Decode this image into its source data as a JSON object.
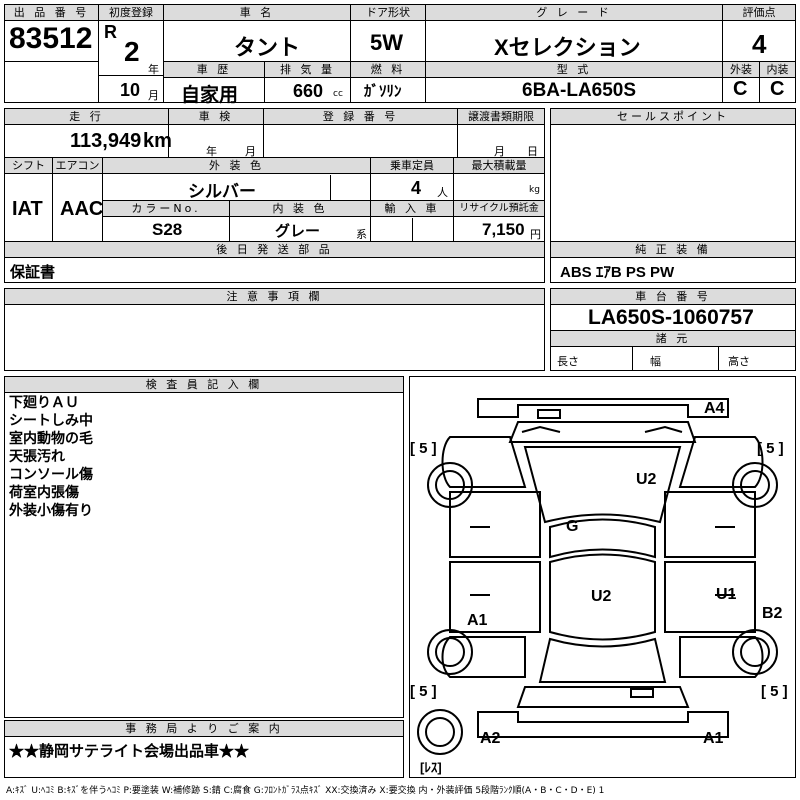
{
  "header": {
    "lot_no_label": "出 品 番 号",
    "lot_no": "83512",
    "first_reg_label": "初度登録",
    "era": "R",
    "year": "2",
    "year_unit": "年",
    "month": "10",
    "month_unit": "月",
    "car_name_label": "車 名",
    "car_name": "タント",
    "door_label": "ドア形状",
    "door": "5W",
    "grade_label": "グ レ ー ド",
    "grade": "Xセレクション",
    "score_label": "評価点",
    "score": "4",
    "history_label": "車 歴",
    "history": "自家用",
    "displacement_label": "排 気 量",
    "displacement": "660",
    "displacement_unit": "cc",
    "fuel_label": "燃 料",
    "fuel": "ｶﾞｿﾘﾝ",
    "model_label": "型 式",
    "model": "6BA-LA650S",
    "exterior_label": "外装",
    "exterior": "C",
    "interior_label": "内装",
    "interior": "C"
  },
  "row2": {
    "mileage_label": "走 行",
    "mileage": "113,949",
    "mileage_unit": "km",
    "inspection_label": "車 検",
    "insp_year_unit": "年",
    "insp_month_unit": "月",
    "reg_no_label": "登 録 番 号",
    "transfer_label": "譲渡書類期限",
    "transfer_month_unit": "月",
    "transfer_day_unit": "日",
    "shift_label": "シフト",
    "shift": "IAT",
    "ac_label": "エアコン",
    "ac": "AAC",
    "color_label": "外 装 色",
    "color": "シルバー",
    "capacity_label": "乗車定員",
    "capacity": "4",
    "capacity_unit": "人",
    "max_load_label": "最大積載量",
    "max_load_unit": "kg",
    "color_no_label": "カラーNo.",
    "color_no": "S28",
    "int_color_label": "内 装 色",
    "int_color": "グレー",
    "int_color_unit": "系",
    "import_label": "輸 入 車",
    "recycle_label": "リサイクル預託金",
    "recycle": "7,150",
    "recycle_unit": "円",
    "later_label": "後 日 発 送 部 品",
    "later": "保証書",
    "sales_label": "セールスポイント",
    "equip_label": "純 正 装 備",
    "equip": "ABS ｴｱB PS PW"
  },
  "notes": {
    "caution_label": "注 意 事 項 欄",
    "chassis_label": "車 台 番 号",
    "chassis": "LA650S-1060757",
    "spec_label": "諸 元",
    "length_label": "長さ",
    "width_label": "幅",
    "height_label": "高さ"
  },
  "inspector": {
    "label": "検 査 員 記 入 欄",
    "lines": [
      "下廻りＡＵ",
      "シートしみ中",
      "室内動物の毛",
      "天張汚れ",
      "コンソール傷",
      "荷室内張傷",
      "外装小傷有り"
    ]
  },
  "office": {
    "label": "事 務 局 よ り ご 案 内",
    "text": "★★静岡サテライト会場出品車★★"
  },
  "diagram": {
    "marks": {
      "a4": "A4",
      "u2_top": "U2",
      "g": "G",
      "u2_mid": "U2",
      "u1": "U1",
      "a1_left": "A1",
      "b2": "B2",
      "a2": "A2",
      "a1_bottom": "A1"
    },
    "tire_fl": "[ 5 ]",
    "tire_fr": "[ 5 ]",
    "tire_rl": "[ 5 ]",
    "tire_rr": "[ 5 ]",
    "spare": "[ﾚｽ]"
  },
  "legend": "A:ｷｽﾞ U:ﾍｺﾐ B:ｷｽﾞを伴うﾍｺﾐ P:要塗装 W:補修跡 S:錆 C:腐食 G:ﾌﾛﾝﾄｶﾞﾗｽ点ｷｽﾞ XX:交換済み X:要交換 内・外装評価 5段階ﾗﾝｸ順(A・B・C・D・E) 1"
}
